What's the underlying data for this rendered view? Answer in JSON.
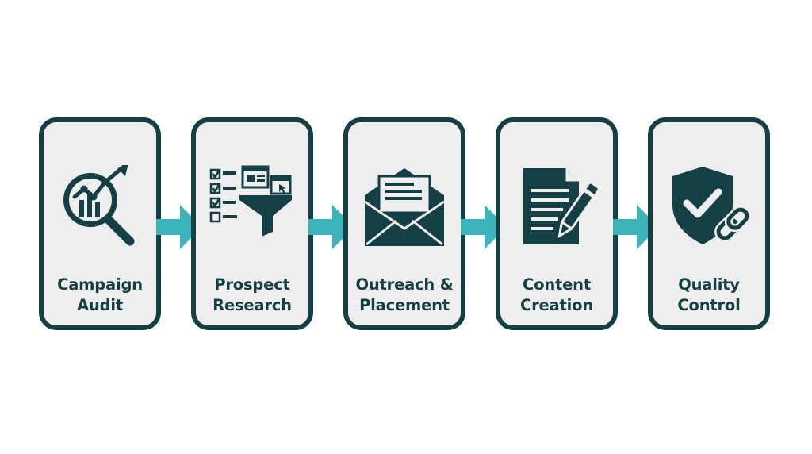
{
  "colors": {
    "box_border": "#143f44",
    "box_fill": "#eeeeee",
    "icon": "#143f44",
    "arrow": "#3bb5bb",
    "text": "#143f44"
  },
  "steps": [
    {
      "label_line1": "Campaign",
      "label_line2": "Audit",
      "icon": "magnifier-chart-icon"
    },
    {
      "label_line1": "Prospect",
      "label_line2": "Research",
      "icon": "checklist-funnel-icon"
    },
    {
      "label_line1": "Outreach &",
      "label_line2": "Placement",
      "icon": "envelope-icon"
    },
    {
      "label_line1": "Content",
      "label_line2": "Creation",
      "icon": "document-pen-icon"
    },
    {
      "label_line1": "Quality",
      "label_line2": "Control",
      "icon": "shield-link-icon"
    }
  ]
}
